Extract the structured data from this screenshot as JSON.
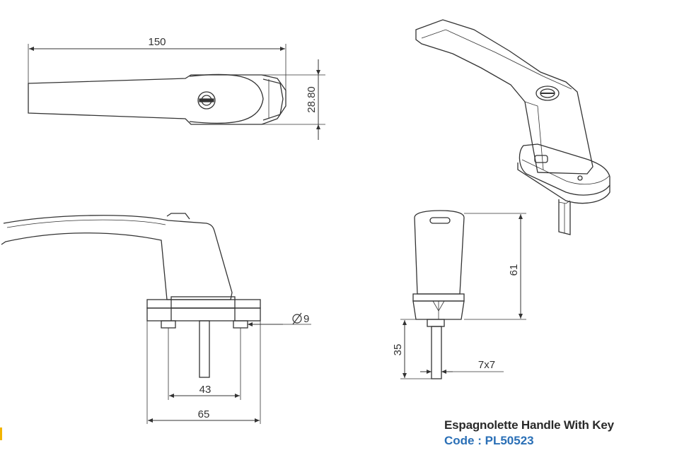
{
  "product": {
    "name": "Espagnolette Handle With Key",
    "code_label": "Code : PL50523"
  },
  "dimensions": {
    "length": "150",
    "height": "28.80",
    "spindle_diameter": "9",
    "screw_spacing": "43",
    "base_width": "65",
    "total_height": "61",
    "spindle_length": "35",
    "spindle_section": "7x7"
  },
  "colors": {
    "line": "#333333",
    "accent": "#f2b400",
    "code_text": "#2a6fb6"
  }
}
